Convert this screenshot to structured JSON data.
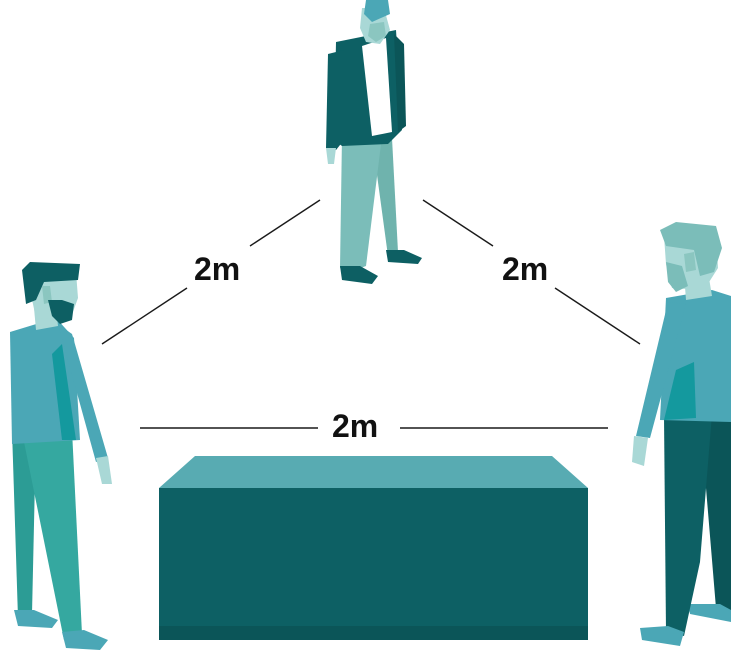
{
  "distances": {
    "left": "2m",
    "right": "2m",
    "bottom": "2m"
  },
  "colors": {
    "dark_teal": "#0d5f63",
    "teal": "#2f9e9a",
    "light_teal": "#7bbdb9",
    "sky_teal": "#4ba7b6",
    "table_top": "#58abb2",
    "table_front": "#0d6064",
    "table_base": "#0b5558",
    "skin": "#a9d8d6",
    "line": "#1a1a1a"
  }
}
